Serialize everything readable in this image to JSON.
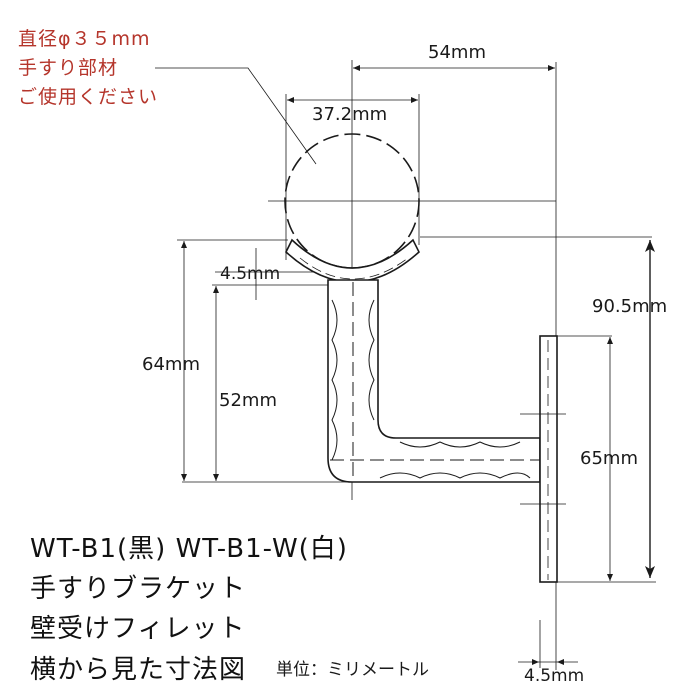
{
  "note": {
    "line1": "直径φ３５mm",
    "line2": "手すり部材",
    "line3": "ご使用ください"
  },
  "dimensions": {
    "width_54": "54mm",
    "pipe_width_37_2": "37.2mm",
    "gap_4_5": "4.5mm",
    "total_height_90_5": "90.5mm",
    "height_64": "64mm",
    "height_52": "52mm",
    "plate_65": "65mm",
    "plate_thickness_4_5": "4.5mm"
  },
  "title": {
    "line1": "WT-B1(黒) WT-B1-W(白)",
    "line2": "手すりブラケット",
    "line3": "壁受けフィレット",
    "line4": "横から見た寸法図"
  },
  "unit_note": "単位：ミリメートル",
  "colors": {
    "note_red": "#b5352b",
    "line": "#1a1a1a"
  }
}
